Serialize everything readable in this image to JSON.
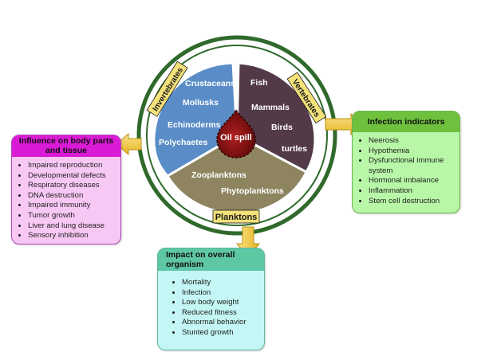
{
  "center": {
    "label": "Oil spill"
  },
  "sectors": {
    "invertebrates": {
      "title": "Invertebrates",
      "items": [
        "Crustaceans",
        "Mollusks",
        "Echinoderms",
        "Polychaetes"
      ],
      "color": "#5a8dc7"
    },
    "vertebrates": {
      "title": "Vertebrates",
      "items": [
        "Fish",
        "Mammals",
        "Birds",
        "turtles"
      ],
      "color": "#533a48"
    },
    "planktons": {
      "title": "Planktons",
      "items": [
        "Zooplanktons",
        "Phytoplanktons"
      ],
      "color": "#8e8560"
    }
  },
  "boxes": {
    "influence": {
      "title": "Influence on body parts and tissue",
      "items": [
        "Impaired reproduction",
        "Developmental defects",
        "Respiratory diseases",
        "DNA destruction",
        "Impaired immunity",
        "Tumor growth",
        "Liver and lung disease",
        "Sensory inhibition"
      ]
    },
    "infection": {
      "title": "Infection indicators",
      "items": [
        "Neerosis",
        "Hypothemia",
        "Dysfunctional immune system",
        "Hormonal imbalance",
        "Inflammation",
        "Stem cell destruction"
      ]
    },
    "impact": {
      "title": "Impact on overall organism",
      "items": [
        "Mortality",
        "Infection",
        "Low body weight",
        "Reduced fitness",
        "Abnormal behavior",
        "Stunted growth"
      ]
    }
  },
  "colors": {
    "ring": "#2f6a2b",
    "arrow": "#f2c94c",
    "drop": "#7a1010",
    "label_bg": "#f4e27a"
  }
}
